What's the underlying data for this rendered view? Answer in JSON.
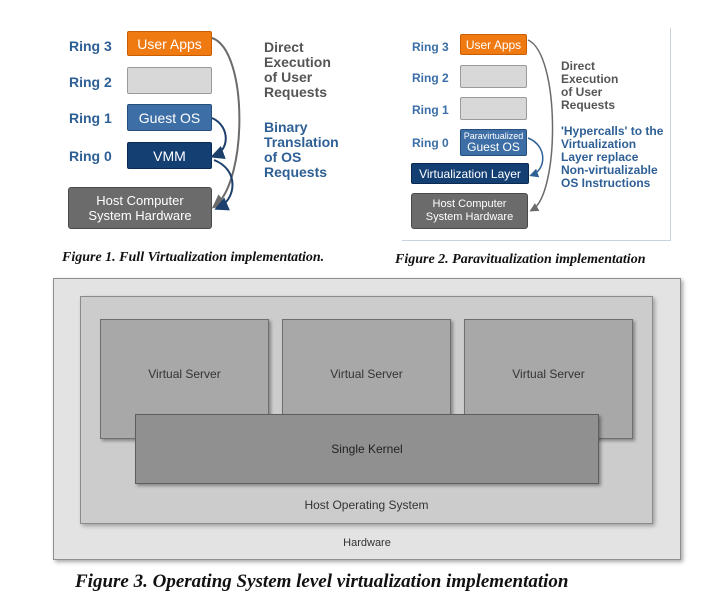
{
  "figure1": {
    "rings": [
      "Ring 3",
      "Ring 2",
      "Ring 1",
      "Ring 0"
    ],
    "user_apps": "User Apps",
    "guest_os": "Guest OS",
    "vmm": "VMM",
    "hardware_line1": "Host Computer",
    "hardware_line2": "System Hardware",
    "note_direct": [
      "Direct",
      "Execution",
      "of User",
      "Requests"
    ],
    "note_binary": [
      "Binary",
      "Translation",
      "of OS",
      "Requests"
    ],
    "caption": "Figure 1. Full Virtualization implementation."
  },
  "figure2": {
    "rings": [
      "Ring 3",
      "Ring 2",
      "Ring 1",
      "Ring 0"
    ],
    "user_apps": "User Apps",
    "paravirtualized": "Paravirtualized",
    "guest_os": "Guest OS",
    "virt_layer": "Virtualization Layer",
    "hardware_line1": "Host Computer",
    "hardware_line2": "System Hardware",
    "note_direct": [
      "Direct",
      "Execution",
      "of User",
      "Requests"
    ],
    "note_hypercalls": [
      "'Hypercalls' to the",
      "Virtualization",
      "Layer replace",
      "Non-virtualizable",
      "OS Instructions"
    ],
    "caption": "Figure 2. Paravitualization implementation"
  },
  "figure3": {
    "virtual_servers": [
      "Virtual Server",
      "Virtual Server",
      "Virtual Server"
    ],
    "single_kernel": "Single Kernel",
    "host_os": "Host Operating System",
    "hardware": "Hardware",
    "caption": "Figure 3. Operating System level virtualization implementation"
  }
}
